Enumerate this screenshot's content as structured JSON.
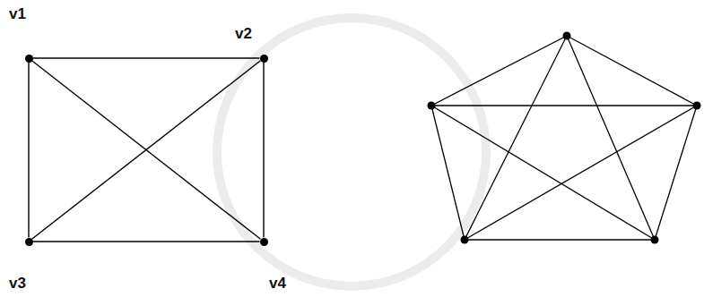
{
  "diagram": {
    "nodes": [
      {
        "text": [
          "v1"
        ]
      },
      {
        "text": [
          "v2"
        ]
      },
      {
        "text": [
          "v3"
        ]
      },
      {
        "text": [
          "v4"
        ]
      }
    ],
    "edges": [
      {
        "from": 0,
        "to": 1,
        "arrow": "none"
      },
      {
        "from": 0,
        "to": 2,
        "arrow": "none"
      },
      {
        "from": 0,
        "to": 3,
        "arrow": "none"
      },
      {
        "from": 1,
        "to": 2,
        "arrow": "none"
      },
      {
        "from": 1,
        "to": 3,
        "arrow": "none"
      },
      {
        "from": 2,
        "to": 3,
        "arrow": "none"
      }
    ]
  }
}
